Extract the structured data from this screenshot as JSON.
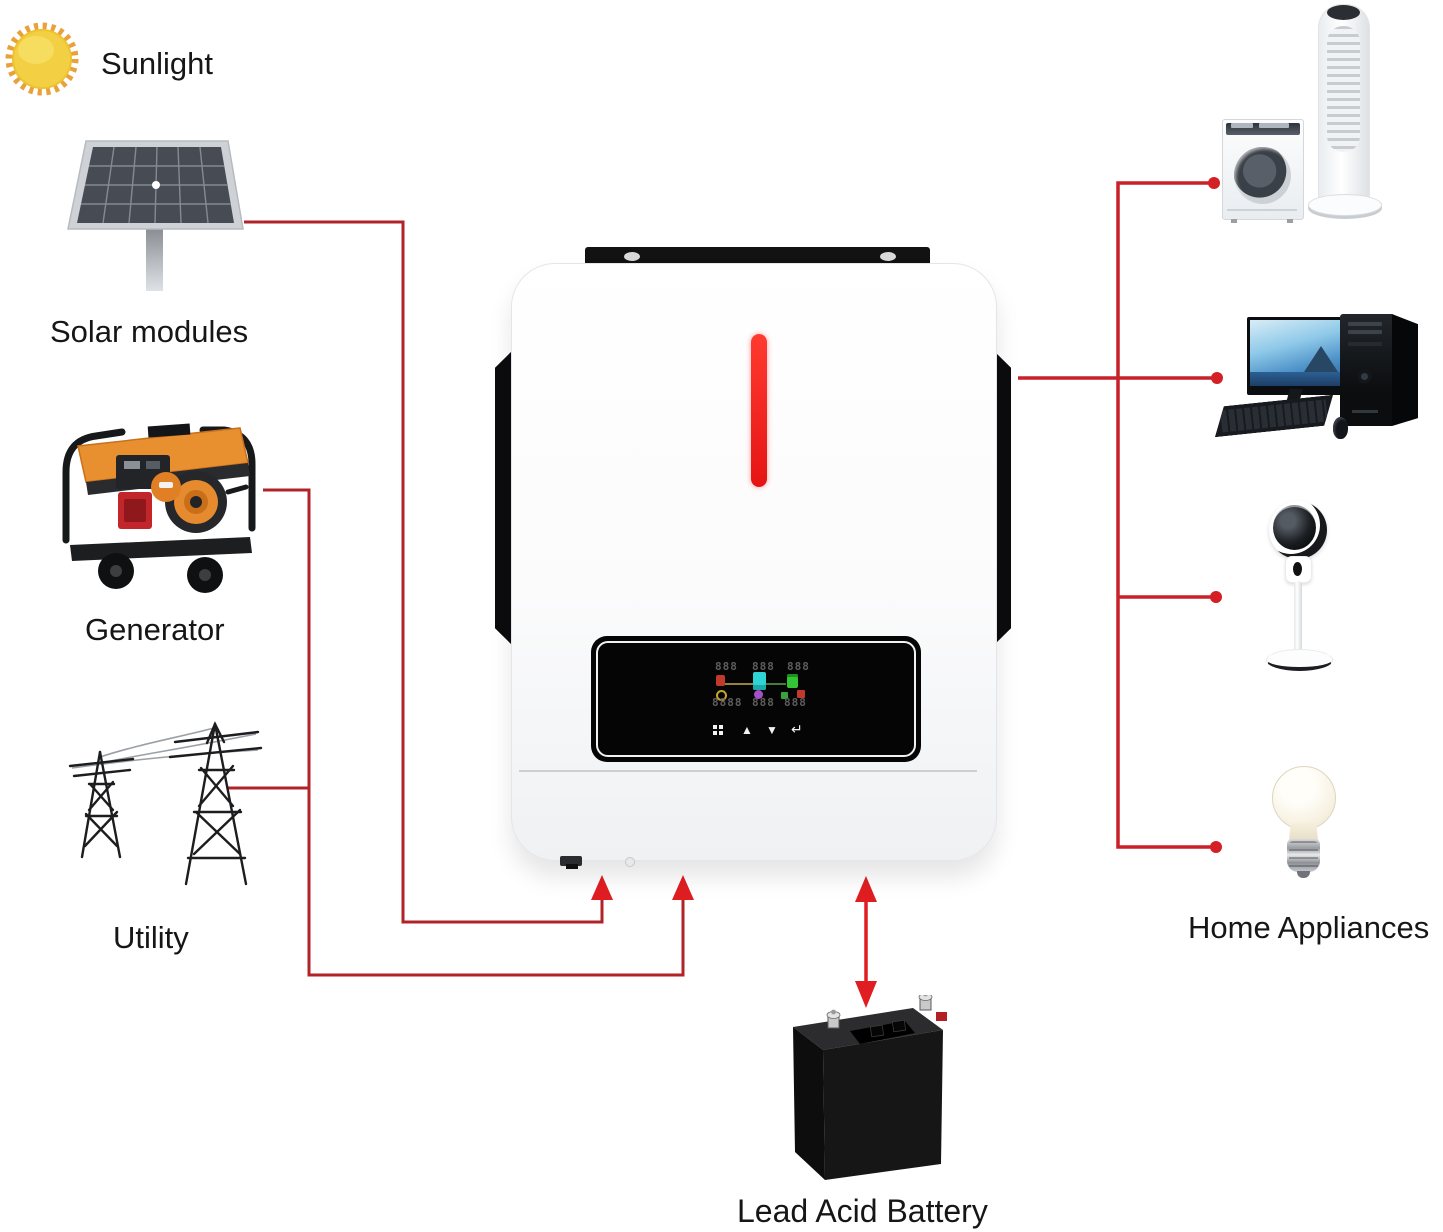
{
  "labels": {
    "sunlight": "Sunlight",
    "solar_modules": "Solar modules",
    "generator": "Generator",
    "utility": "Utility",
    "home_appliances": "Home Appliances",
    "lead_acid_battery": "Lead Acid Battery"
  },
  "inverter": {
    "led_indicator_color": "#e51414",
    "display": {
      "top_row_digits": [
        "888",
        "888",
        "888"
      ],
      "bottom_row_digits": [
        "8888",
        "888",
        "888"
      ],
      "button_glyphs": {
        "up": "▲",
        "down": "▼",
        "enter": "↵"
      }
    }
  },
  "connections": {
    "wire_color_dark": "#b22328",
    "wire_color_mid": "#c9202a",
    "wire_color_bright": "#e01e22",
    "edges": [
      {
        "from": "solar-modules",
        "to": "inverter-pv-input"
      },
      {
        "from": "generator",
        "to": "inverter-ac-input"
      },
      {
        "from": "utility",
        "to": "inverter-ac-input"
      },
      {
        "from": "inverter-battery-port",
        "to": "lead-acid-battery",
        "bidirectional": true
      },
      {
        "from": "inverter-ac-output",
        "to": "home-appliances"
      }
    ]
  },
  "appliances": [
    "washing-machine",
    "tower-fan",
    "desktop-computer",
    "security-camera",
    "light-bulb"
  ]
}
